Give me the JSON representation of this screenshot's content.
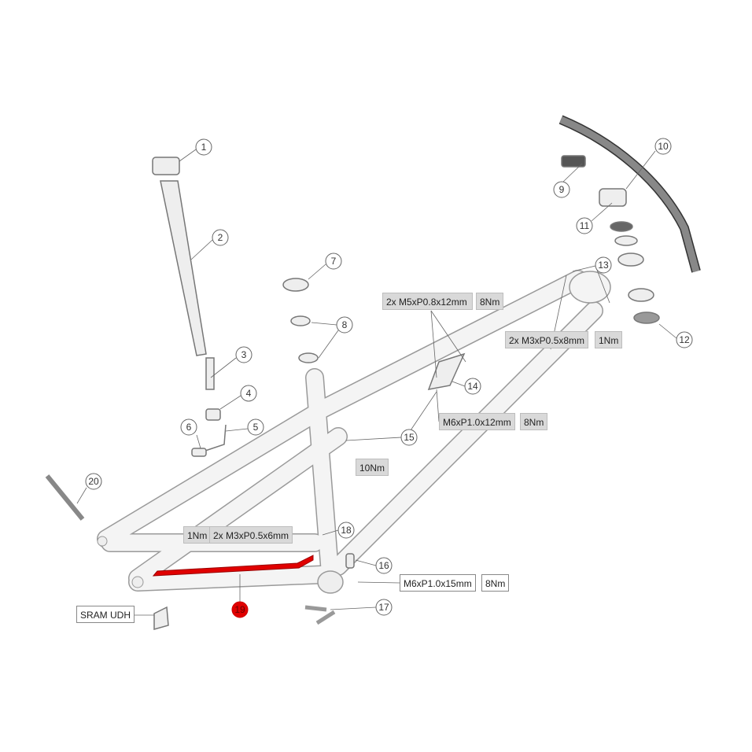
{
  "diagram": {
    "callouts": [
      "1",
      "2",
      "3",
      "4",
      "5",
      "6",
      "7",
      "8",
      "9",
      "10",
      "11",
      "12",
      "13",
      "14",
      "15",
      "16",
      "17",
      "18",
      "19",
      "20"
    ],
    "highlighted_callout": "19",
    "highlight_color": "#e00000",
    "specs": {
      "s14_bolt": "2x M5xP0.8x12mm",
      "s14_torque": "8Nm",
      "s13_bolt": "2x M3xP0.5x8mm",
      "s13_torque": "1Nm",
      "s15_bolt": "M6xP1.0x12mm",
      "s15_torque": "8Nm",
      "s15b_torque": "10Nm",
      "s18_torque": "1Nm",
      "s18_bolt": "2x M3xP0.5x6mm",
      "s16_bolt": "M6xP1.0x15mm",
      "s16_torque": "8Nm",
      "udh": "SRAM UDH"
    }
  }
}
